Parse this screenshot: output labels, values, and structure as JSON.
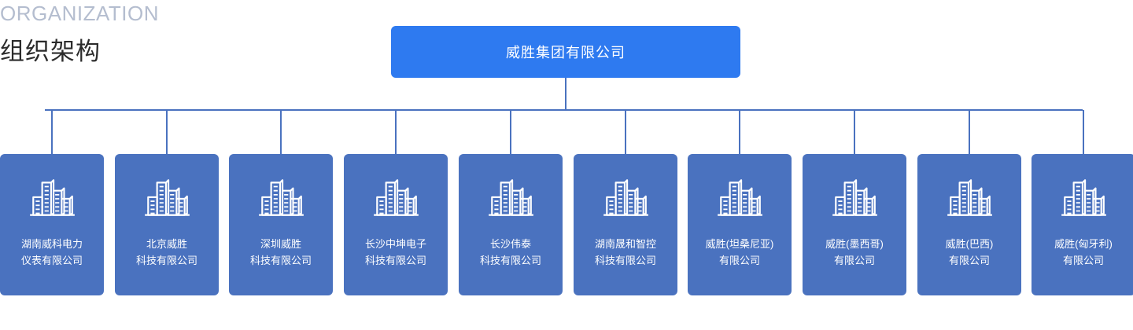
{
  "header": {
    "english_title": "ORGANIZATION",
    "chinese_title": "组织架构",
    "english_color": "#b4bdcf",
    "chinese_color": "#2b2b2b"
  },
  "colors": {
    "root_node": "#2e7af0",
    "card": "#4a72bf",
    "connector": "#4a72bf",
    "text_on_blue": "#ffffff",
    "page_background": "#ffffff"
  },
  "chart_data": {
    "type": "diagram",
    "diagram_type": "organization-chart",
    "title": "组织架构",
    "subtitle": "ORGANIZATION",
    "levels": 2,
    "root": {
      "label": "威胜集团有限公司",
      "icon": "none"
    },
    "children_count": 10,
    "children": [
      {
        "label": "湖南威科电力\n仪表有限公司",
        "icon": "building-skyline-icon"
      },
      {
        "label": "北京威胜\n科技有限公司",
        "icon": "building-skyline-icon"
      },
      {
        "label": "深圳威胜\n科技有限公司",
        "icon": "building-skyline-icon"
      },
      {
        "label": "长沙中坤电子\n科技有限公司",
        "icon": "building-skyline-icon"
      },
      {
        "label": "长沙伟泰\n科技有限公司",
        "icon": "building-skyline-icon"
      },
      {
        "label": "湖南晟和智控\n科技有限公司",
        "icon": "building-skyline-icon"
      },
      {
        "label": "威胜(坦桑尼亚)\n有限公司",
        "icon": "building-skyline-icon"
      },
      {
        "label": "威胜(墨西哥)\n有限公司",
        "icon": "building-skyline-icon"
      },
      {
        "label": "威胜(巴西)\n有限公司",
        "icon": "building-skyline-icon"
      },
      {
        "label": "威胜(匈牙利)\n有限公司",
        "icon": "building-skyline-icon"
      }
    ]
  }
}
